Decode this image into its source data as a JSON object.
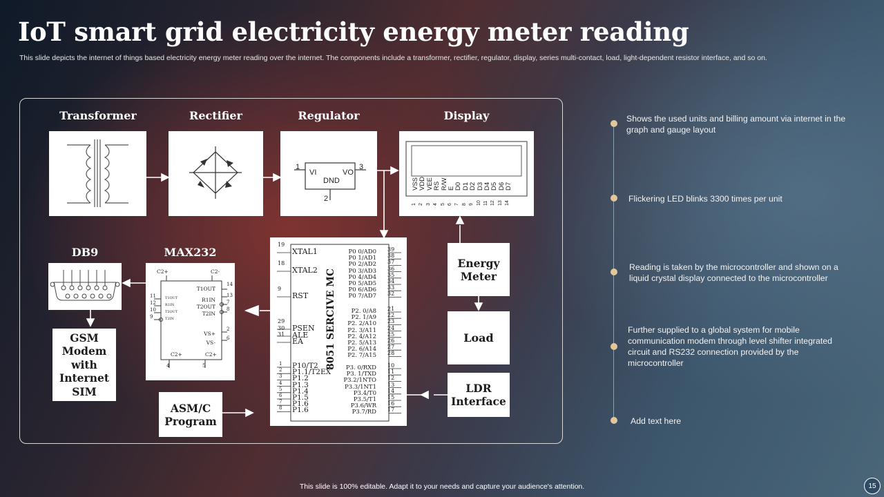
{
  "header": {
    "title": "IoT smart grid electricity energy meter reading",
    "subtitle": "This slide depicts the internet of things based electricity energy meter reading over the internet. The  components include a transformer, rectifier, regulator, display, series multi-contact, load, light-dependent resistor interface, and so on."
  },
  "diagram": {
    "labels": {
      "transformer": "Transformer",
      "rectifier": "Rectifier",
      "regulator": "Regulator",
      "display": "Display",
      "db9": "DB9",
      "max232": "MAX232"
    },
    "regulator_box": {
      "pin1": "1",
      "pin2": "2",
      "pin3": "3",
      "vi": "VI",
      "vo": "VO",
      "chip": "DND"
    },
    "display_pins": {
      "names": [
        "VSS",
        "VDD",
        "VEE",
        "RS",
        "R/W",
        "E",
        "D0",
        "D1",
        "D2",
        "D3",
        "D4",
        "D5",
        "D6",
        "D7"
      ],
      "numbers": [
        "1",
        "2",
        "3",
        "4",
        "5",
        "6",
        "7",
        "8",
        "9",
        "10",
        "11",
        "12",
        "13",
        "14"
      ]
    },
    "max232_box": {
      "top_left": "C2+",
      "top_right": "C2-",
      "bottom_left": "C2+",
      "bottom_right": "C2+",
      "right_labels": [
        "T1OUT",
        "R1IN",
        "T2OUT",
        "T2IN",
        "VS+",
        "VS-"
      ],
      "right_pins": [
        "14",
        "13",
        "7",
        "8",
        "2",
        "6"
      ],
      "left_labels": [
        "T1OUT",
        "R1IN",
        "T2OUT",
        "T2IN"
      ],
      "left_pins": [
        "11",
        "12",
        "10",
        "9"
      ],
      "bottom_pins": [
        "4",
        "5"
      ]
    },
    "mcu": {
      "name": "8051 SERCIVE MC",
      "left_pins_top": [
        {
          "num": "19",
          "label": "XTAL1"
        },
        {
          "num": "18",
          "label": "XTAL2"
        },
        {
          "num": "9",
          "label": "RST"
        }
      ],
      "psen_pins": [
        "29",
        "30",
        "31"
      ],
      "psen_labels": [
        "PSEN",
        "ALE",
        "EA"
      ],
      "p1_pins": [
        "1",
        "2",
        "3",
        "4",
        "5",
        "6",
        "7",
        "8"
      ],
      "p1_labels": [
        "P10/T2",
        "P1.1/T2EX",
        "P1.2",
        "P1.3",
        "P1.4",
        "P1.5",
        "P1.6",
        "P1.6"
      ],
      "p0_labels": [
        "P0 0/AD0",
        "P0 1/AD1",
        "P0 2/AD2",
        "P0 3/AD3",
        "P0 4/AD4",
        "P0 5/AD5",
        "P0 6/AD6",
        "P0 7/AD7"
      ],
      "p0_pins": [
        "39",
        "38",
        "37",
        "36",
        "35",
        "34",
        "33",
        "32"
      ],
      "p2_labels": [
        "P2. 0/A8",
        "P2. 1/A9",
        "P2. 2/A10",
        "P2. 3/A11",
        "P2. 4/A12",
        "P2. 5/A13",
        "P2. 6/A14",
        "P2. 7/A15"
      ],
      "p2_pins": [
        "21",
        "22",
        "23",
        "24",
        "25",
        "26",
        "27",
        "28"
      ],
      "p3_labels": [
        "P3. 0/RXD",
        "P3. 1/TXD",
        "P3.2/1NTO",
        "P3.3/1NT1",
        "P3.4/T0",
        "P3.5/T1",
        "P3.6/WR",
        "P3.7/RD"
      ],
      "p3_pins": [
        "10",
        "11",
        "12",
        "13",
        "14",
        "15",
        "16",
        "17"
      ]
    },
    "energy_meter": "Energy Meter",
    "load": "Load",
    "ldr": "LDR Interface",
    "asm": "ASM/C Program",
    "gsm": "GSM Modem with Internet SIM"
  },
  "timeline": {
    "items": [
      "Shows the used units and billing amount via internet in the graph and gauge layout",
      "Flickering LED blinks 3300 times per unit",
      "Reading  is taken by the microcontroller and shown on a liquid crystal display connected to the microcontroller",
      "Further supplied to a global system for mobile communication modem through level shifter integrated circuit and RS232 connection provided  by the microcontroller",
      "Add text here"
    ]
  },
  "footer": {
    "text": "This slide is 100% editable.  Adapt it to your needs and capture your audience's attention.",
    "page_number": "15"
  },
  "colors": {
    "bullet": "#e2c79a",
    "box_fill": "#ffffff",
    "frame_stroke": "#d8d8d8"
  }
}
